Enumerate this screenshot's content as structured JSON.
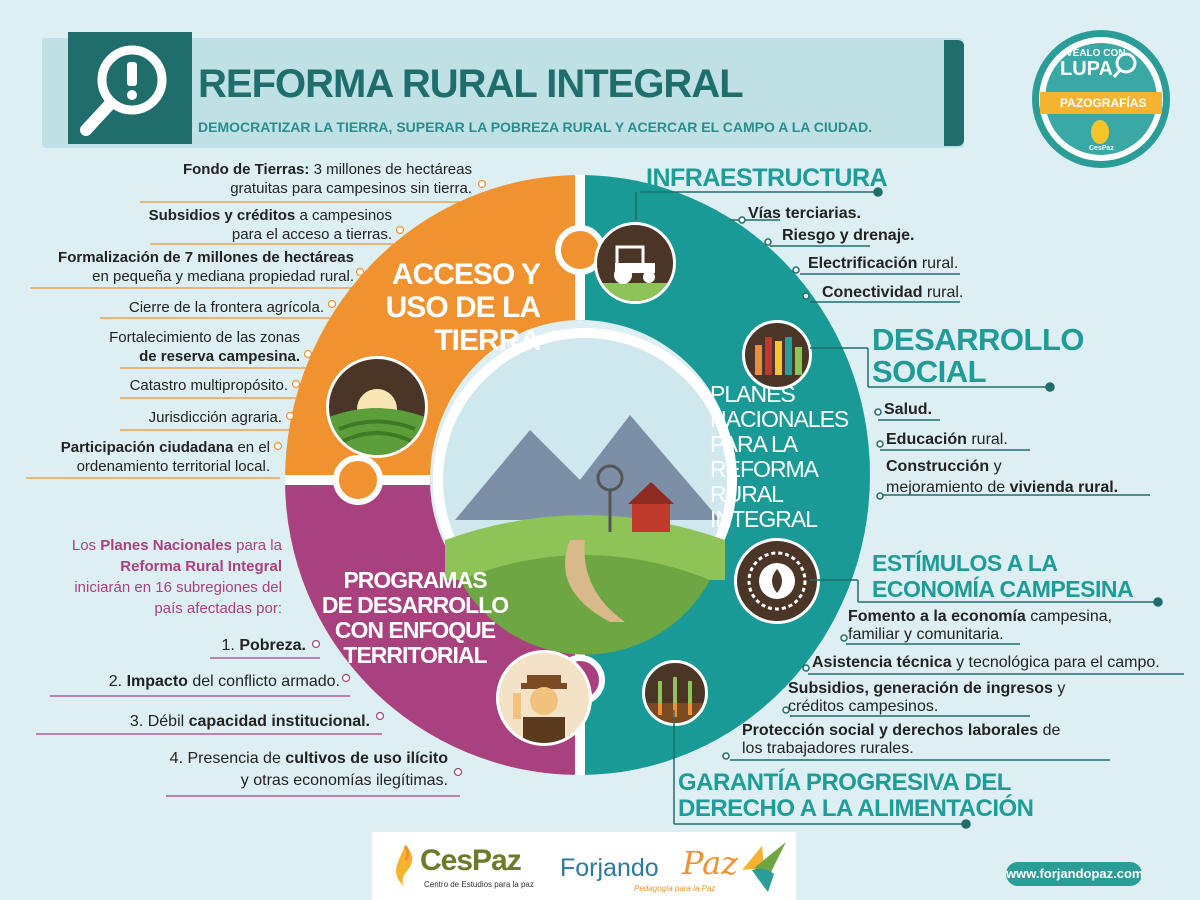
{
  "header": {
    "title": "REFORMA RURAL INTEGRAL",
    "subtitle": "DEMOCRATIZAR LA TIERRA, SUPERAR LA POBREZA RURAL Y ACERCAR EL CAMPO A LA CIUDAD."
  },
  "badge": {
    "line1": "VÉALO CON",
    "line2": "LUPA",
    "ribbon": "PAZOGRAFÍAS",
    "brand": "CesPaz"
  },
  "segments": {
    "acceso": [
      "ACCESO Y",
      "USO DE LA",
      "TIERRA"
    ],
    "programas": [
      "PROGRAMAS",
      "DE DESARROLLO",
      "CON ENFOQUE",
      "TERRITORIAL"
    ],
    "planes": [
      "PLANES",
      "NACIONALES",
      "PARA LA",
      "REFORMA",
      "RURAL",
      "INTEGRAL"
    ]
  },
  "left_items": [
    {
      "bold": "Fondo de Tierras:",
      "rest": " 3 millones de hectáreas",
      "line2": "gratuitas para campesinos sin tierra."
    },
    {
      "bold": "Subsidios y créditos",
      "rest": " a campesinos",
      "line2": "para el acceso a tierras."
    },
    {
      "bold": "Formalización de 7 millones de hectáreas",
      "rest": "",
      "line2": "en pequeña y mediana propiedad rural."
    },
    {
      "bold": "",
      "rest": "Cierre de la frontera agrícola.",
      "line2": ""
    },
    {
      "bold": "",
      "rest": "Fortalecimiento de las zonas",
      "line2": "de reserva campesina."
    },
    {
      "bold": "",
      "rest": "Catastro multipropósito.",
      "line2": ""
    },
    {
      "bold": "",
      "rest": "Jurisdicción agraria.",
      "line2": ""
    },
    {
      "bold": "Participación ciudadana",
      "rest": " en el",
      "line2": "ordenamiento territorial local."
    }
  ],
  "planes_note": {
    "l1a": "Los ",
    "l1b": "Planes Nacionales",
    "l1c": " para la",
    "l2": "Reforma Rural Integral",
    "l3": "iniciarán en 16 subregiones del",
    "l4": "país afectadas por:"
  },
  "causes": [
    {
      "pre": "1. ",
      "bold": "Pobreza.",
      "post": ""
    },
    {
      "pre": "2. ",
      "bold": "Impacto",
      "post": " del conflicto armado."
    },
    {
      "pre": "3. Débil ",
      "bold": "capacidad institucional.",
      "post": ""
    },
    {
      "pre": "4. Presencia de ",
      "bold": "cultivos de uso ilícito",
      "post": "",
      "line2": "y otras economías ilegítimas."
    }
  ],
  "infra": {
    "heading": "INFRAESTRUCTURA",
    "items": [
      {
        "bold": "Vías terciarias.",
        "rest": ""
      },
      {
        "bold": "Riesgo y drenaje.",
        "rest": ""
      },
      {
        "bold": "Electrificación",
        "rest": " rural."
      },
      {
        "bold": "Conectividad",
        "rest": " rural."
      }
    ]
  },
  "social": {
    "heading1": "DESARROLLO",
    "heading2": "SOCIAL",
    "items": [
      {
        "bold": "Salud.",
        "rest": ""
      },
      {
        "bold": "Educación",
        "rest": " rural."
      },
      {
        "bold": "Construcción",
        "rest": " y"
      },
      {
        "pre": "mejoramiento de ",
        "bold": "vivienda rural."
      }
    ]
  },
  "estimulos": {
    "heading1": "ESTÍMULOS A LA",
    "heading2": "ECONOMÍA CAMPESINA",
    "items": [
      {
        "bold": "Fomento a la economía",
        "rest": " campesina,",
        "line2": "familiar y comunitaria."
      },
      {
        "bold": "Asistencia técnica",
        "rest": " y tecnológica para el campo.",
        "line2": ""
      },
      {
        "bold": "Subsidios, generación de ingresos",
        "rest": " y",
        "line2": "créditos campesinos."
      },
      {
        "bold": "Protección social y derechos laborales",
        "rest": " de",
        "line2": "los trabajadores rurales."
      }
    ]
  },
  "alimentacion": {
    "heading1": "GARANTÍA PROGRESIVA DEL",
    "heading2": "DERECHO A LA ALIMENTACIÓN"
  },
  "footer": {
    "cespaz": "CesPaz",
    "cespaz_sub": "Centro de Estudios para la paz",
    "forjando": "Forjando",
    "paz": "Paz",
    "forjando_sub": "Pedagogía para la Paz",
    "url": "www.forjandopaz.com"
  },
  "colors": {
    "orange": "#f0922f",
    "teal": "#1a9a96",
    "purple": "#a9417f",
    "dark_teal": "#1f6e6c",
    "background": "#ddeff3"
  }
}
